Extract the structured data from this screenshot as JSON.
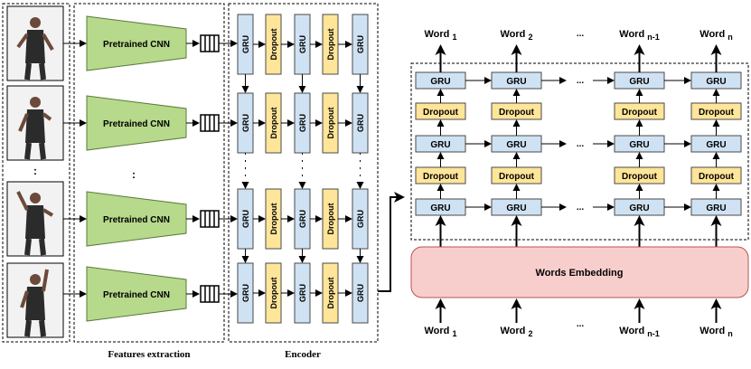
{
  "labels": {
    "cnn": "Pretrained CNN",
    "gru": "GRU",
    "dropout": "Dropout",
    "embedding": "Words Embedding",
    "features_caption": "Features extraction",
    "encoder_caption": "Encoder",
    "word": "Word",
    "sub": [
      "1",
      "2",
      "n-1",
      "n"
    ],
    "ellipsis_h": "...",
    "ellipsis_v": ":"
  },
  "colors": {
    "gru": "#cfe2f3",
    "dropout": "#ffe599",
    "cnn": "#b6d98b",
    "embedding": "#f8cecc"
  }
}
